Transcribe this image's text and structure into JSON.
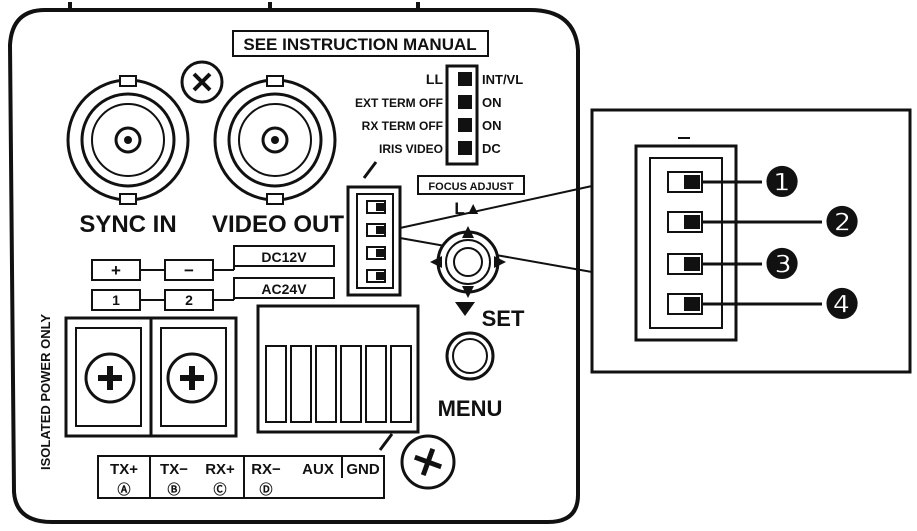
{
  "panel": {
    "header": "SEE INSTRUCTION MANUAL",
    "connectors": {
      "sync_in": "SYNC IN",
      "video_out": "VIDEO OUT"
    },
    "dip_switches": [
      {
        "left": "LL",
        "right": "INT/VL"
      },
      {
        "left": "EXT TERM OFF",
        "right": "ON"
      },
      {
        "left": "RX TERM OFF",
        "right": "ON"
      },
      {
        "left": "IRIS VIDEO",
        "right": "DC"
      }
    ],
    "focus_adjust_label": "FOCUS ADJUST",
    "focus_adjust_symbol": "L▲",
    "power": {
      "plus": "+",
      "minus": "−",
      "one": "1",
      "two": "2",
      "dc_label": "DC12V",
      "ac_label": "AC24V",
      "isolated_label": "ISOLATED POWER ONLY"
    },
    "set_label": "SET",
    "menu_label": "MENU",
    "terminals": [
      {
        "label": "TX+",
        "sub": "Ⓐ"
      },
      {
        "label": "TX−",
        "sub": "Ⓑ"
      },
      {
        "label": "RX+",
        "sub": "Ⓒ"
      },
      {
        "label": "RX−",
        "sub": "Ⓓ"
      },
      {
        "label": "AUX",
        "sub": ""
      },
      {
        "label": "GND",
        "sub": ""
      }
    ]
  },
  "callouts": [
    "❶",
    "❷",
    "❸",
    "❹"
  ]
}
